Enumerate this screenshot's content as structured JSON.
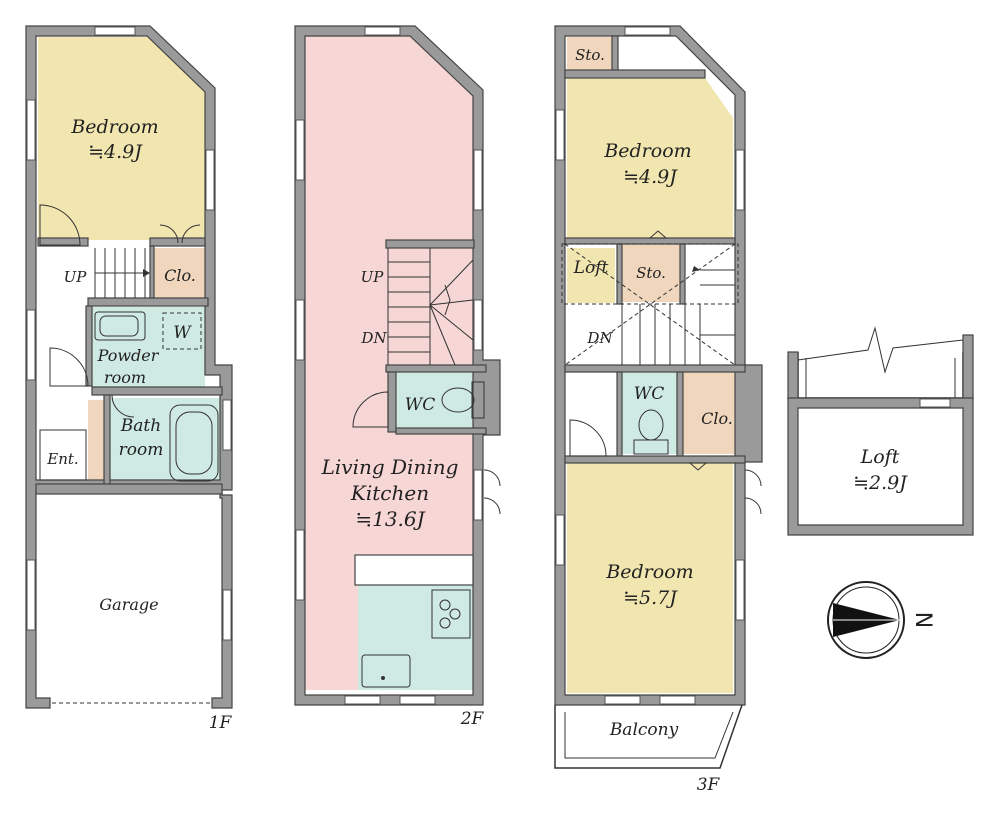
{
  "floors": {
    "first": {
      "floor_label": "1F",
      "bedroom": {
        "name": "Bedroom",
        "area": "≒4.9J"
      },
      "up": "UP",
      "closet": "Clo.",
      "washer": "W",
      "powder_room": [
        "Powder",
        "room"
      ],
      "bath_room": [
        "Bath",
        "room"
      ],
      "entrance": "Ent.",
      "garage": "Garage"
    },
    "second": {
      "floor_label": "2F",
      "up": "UP",
      "dn": "DN",
      "wc": "WC",
      "ldk": [
        "Living Dining",
        "Kitchen",
        "≒13.6J"
      ]
    },
    "third": {
      "floor_label": "3F",
      "storage_top": "Sto.",
      "bedroom_north": {
        "name": "Bedroom",
        "area": "≒4.9J"
      },
      "loft_hatch": "Loft",
      "storage_mid": "Sto.",
      "dn": "DN",
      "wc": "WC",
      "closet": "Clo.",
      "bedroom_south": {
        "name": "Bedroom",
        "area": "≒5.7J"
      },
      "balcony": "Balcony"
    },
    "loft": {
      "name": "Loft",
      "area": "≒2.9J"
    }
  },
  "compass": {
    "north_label": "N"
  },
  "colors": {
    "bedroom": "#f2e6b0",
    "ldk": "#f7d6d6",
    "wet": "#cfe9e3",
    "closet": "#f0d6bd",
    "wall": "#9a9a9a"
  }
}
